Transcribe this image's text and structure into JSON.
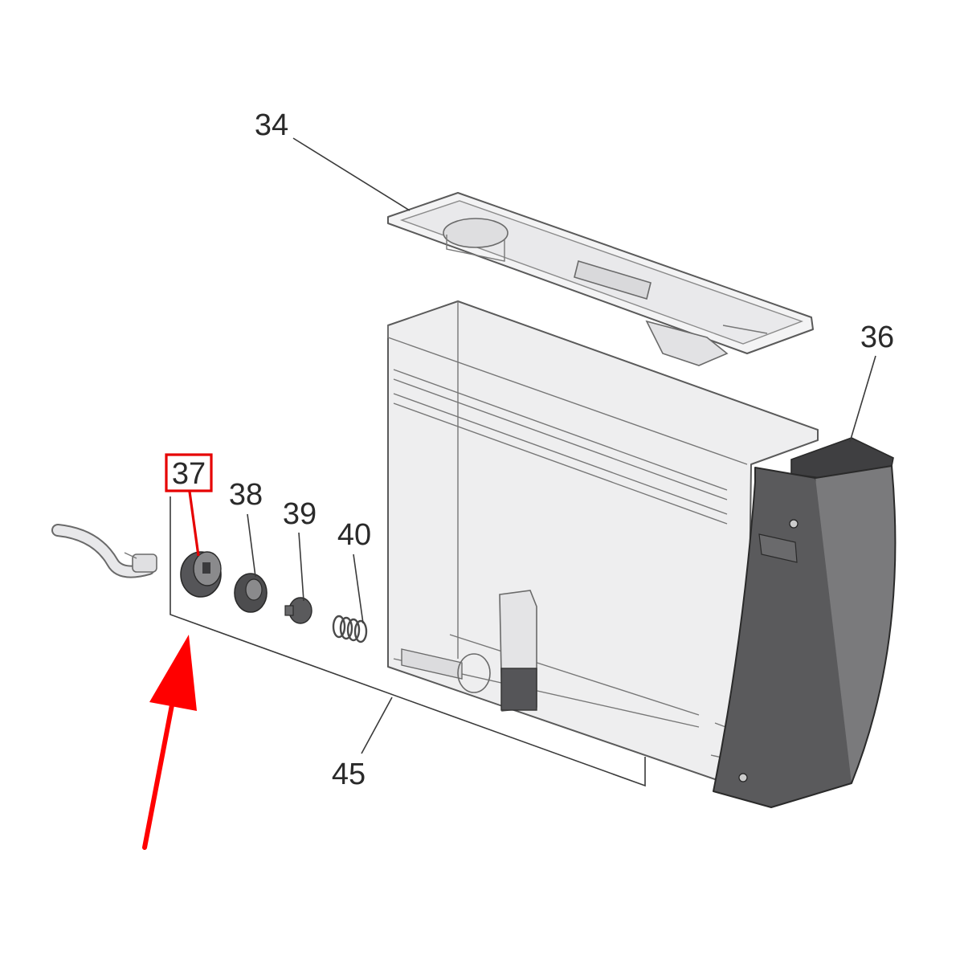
{
  "labels": {
    "p34": "34",
    "p36": "36",
    "p37": "37",
    "p38": "38",
    "p39": "39",
    "p40": "40",
    "p45": "45"
  },
  "highlight": {
    "part": "37",
    "color": "#e60000"
  },
  "colors": {
    "ink": "#2a2a2a",
    "tank_fill": "#eeeeef",
    "handle_dark": "#4d4d4f",
    "part_dark": "#555558",
    "arrow": "#ff0000"
  }
}
